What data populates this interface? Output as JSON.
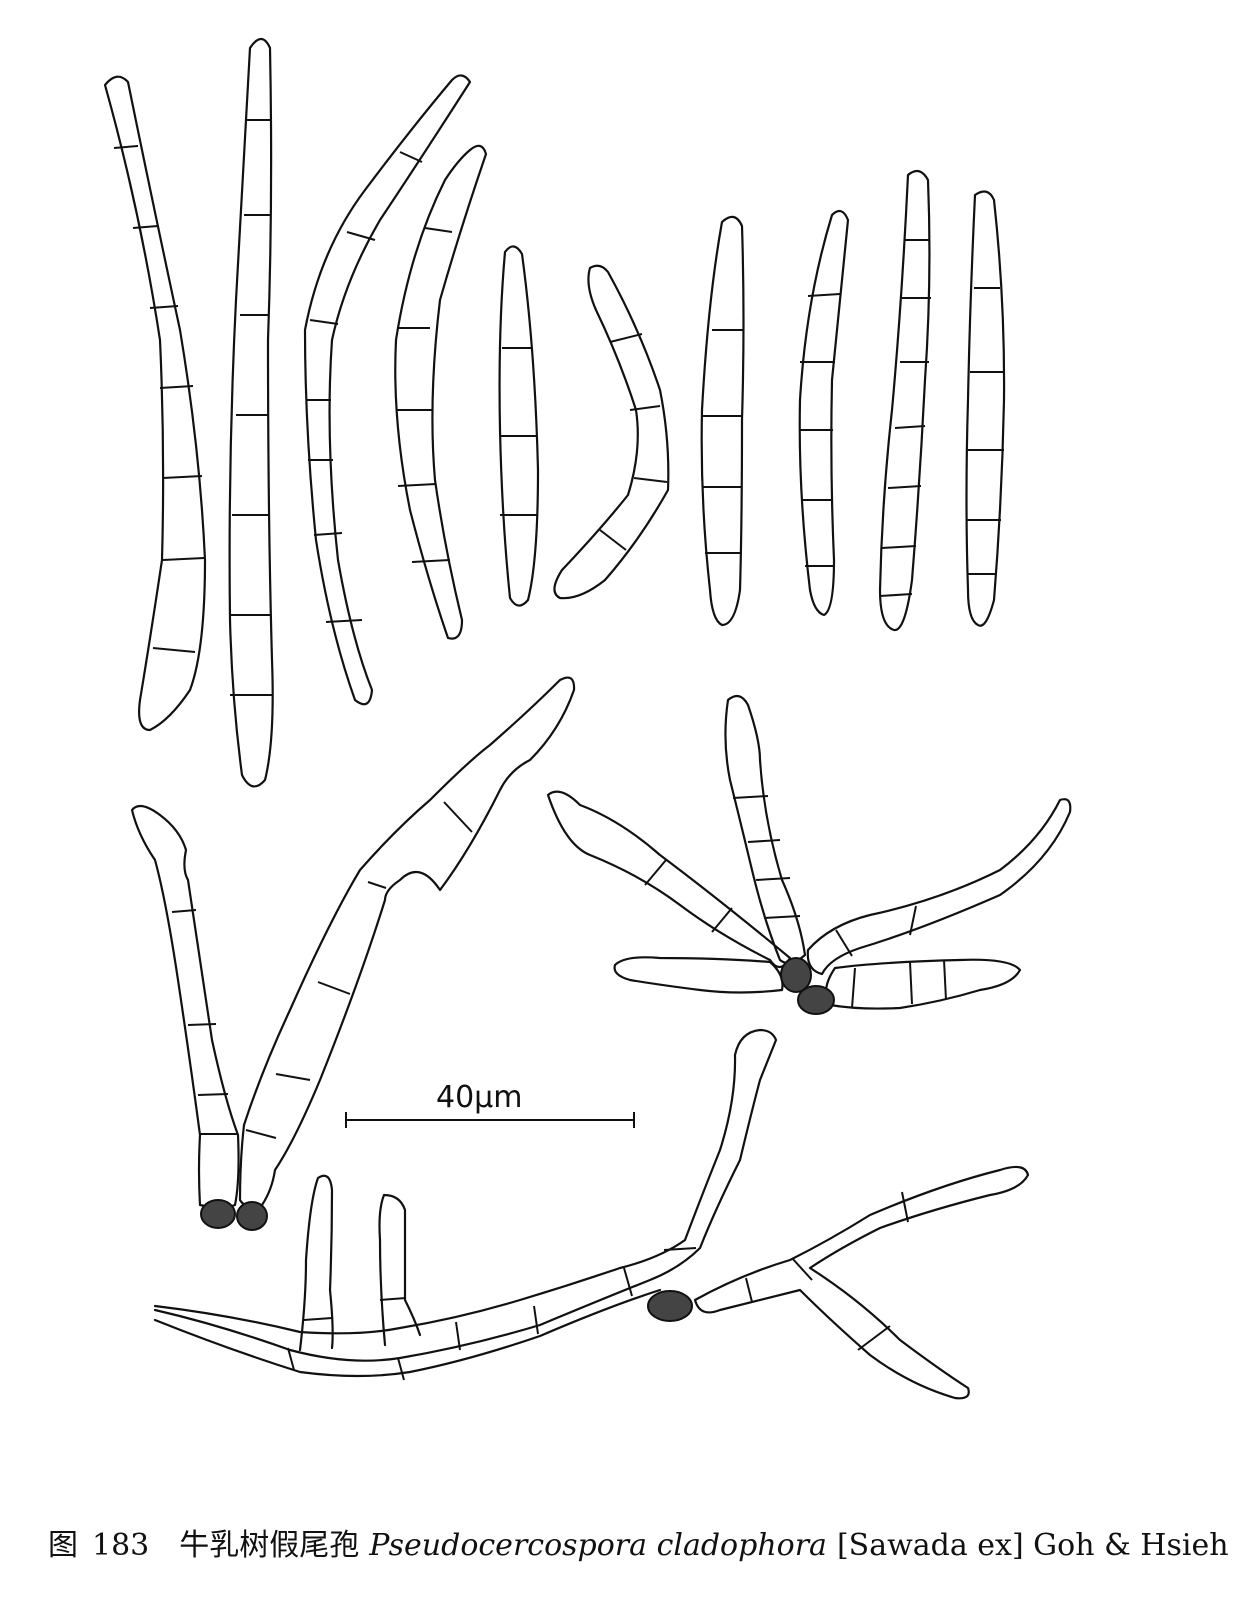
{
  "figure": {
    "prefix": "图",
    "number": "183",
    "common_name": "牛乳树假尾孢",
    "scientific_name": "Pseudocercospora cladophora",
    "authority": "[Sawada ex] Goh & Hsieh"
  },
  "scale_bar": {
    "label": "40μm"
  }
}
